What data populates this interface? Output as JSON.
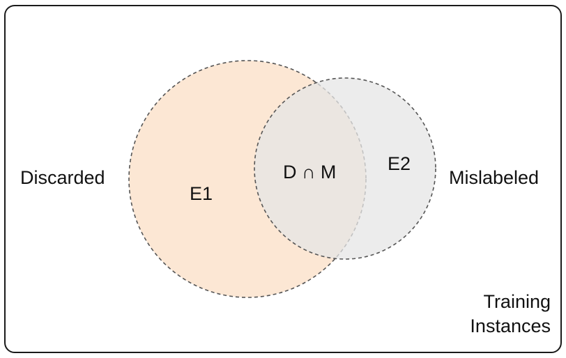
{
  "colors": {
    "frame_stroke": "#1a1a1a",
    "circle_stroke": "#555555",
    "discarded_fill": "#fbe3cc",
    "mislabeled_fill": "#e6e6e6",
    "text": "#111111"
  },
  "sets": {
    "left": {
      "name": "Discarded",
      "region": "E1"
    },
    "right": {
      "name": "Mislabeled",
      "region": "E2"
    },
    "intersection": "D ∩ M"
  },
  "universe": {
    "line1": "Training",
    "line2": "Instances"
  }
}
